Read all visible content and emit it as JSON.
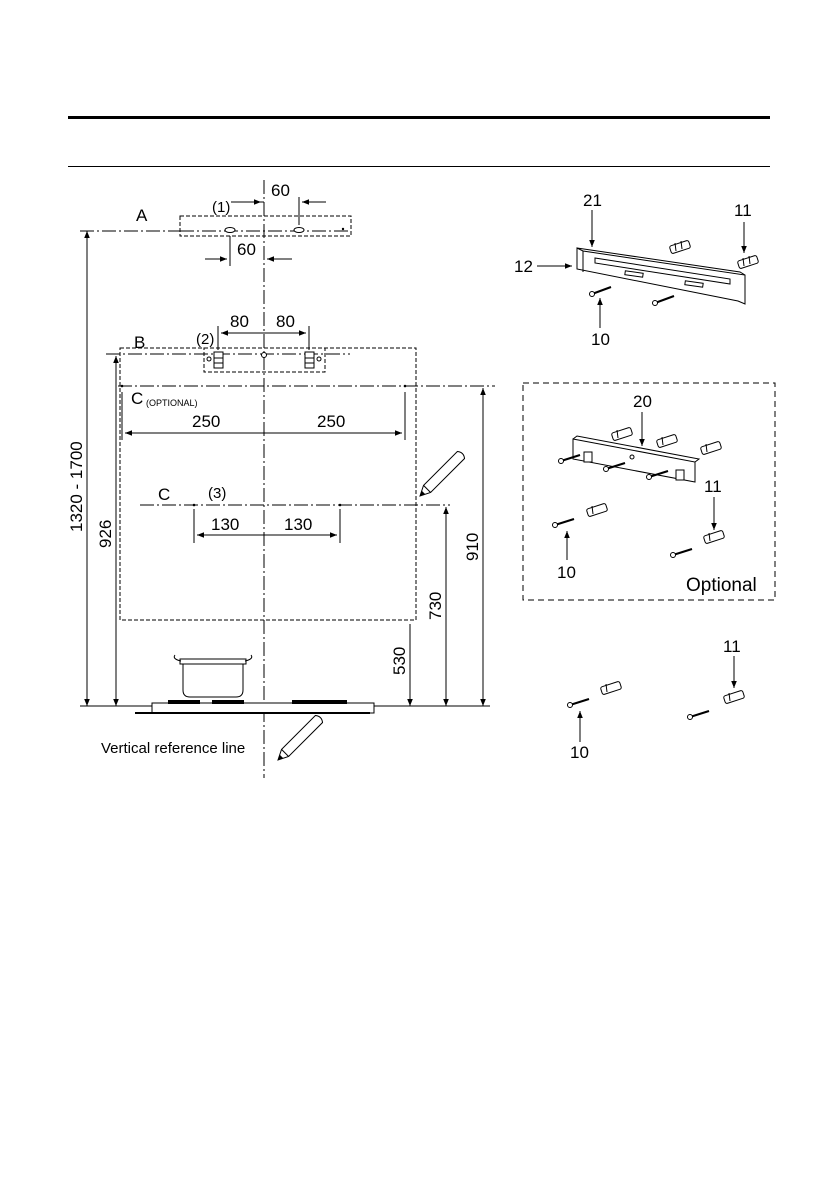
{
  "labels": {
    "A": "A",
    "B": "B",
    "C_optional": "C",
    "optional_tag": "(OPTIONAL)",
    "C": "C",
    "note1": "(1)",
    "note2": "(2)",
    "note3": "(3)",
    "vertical_reference": "Vertical reference line",
    "optional_caption": "Optional"
  },
  "dimensions": {
    "a_right_offset": "60",
    "a_left_offset": "60",
    "b_left_offset": "80",
    "b_right_offset": "80",
    "c_opt_left": "250",
    "c_opt_right": "250",
    "c_left": "130",
    "c_right": "130",
    "total_height": "1320 - 1700",
    "height_b": "926",
    "height_c_opt": "910",
    "height_c": "730",
    "height_hob": "530"
  },
  "parts": {
    "bracket_main": "21",
    "plug_top": "11",
    "screw_side": "12",
    "screw_bottom": "10",
    "bracket_optional": "20",
    "plug_optional": "11",
    "screw_optional": "10",
    "plug_loose": "11",
    "screw_loose": "10"
  }
}
